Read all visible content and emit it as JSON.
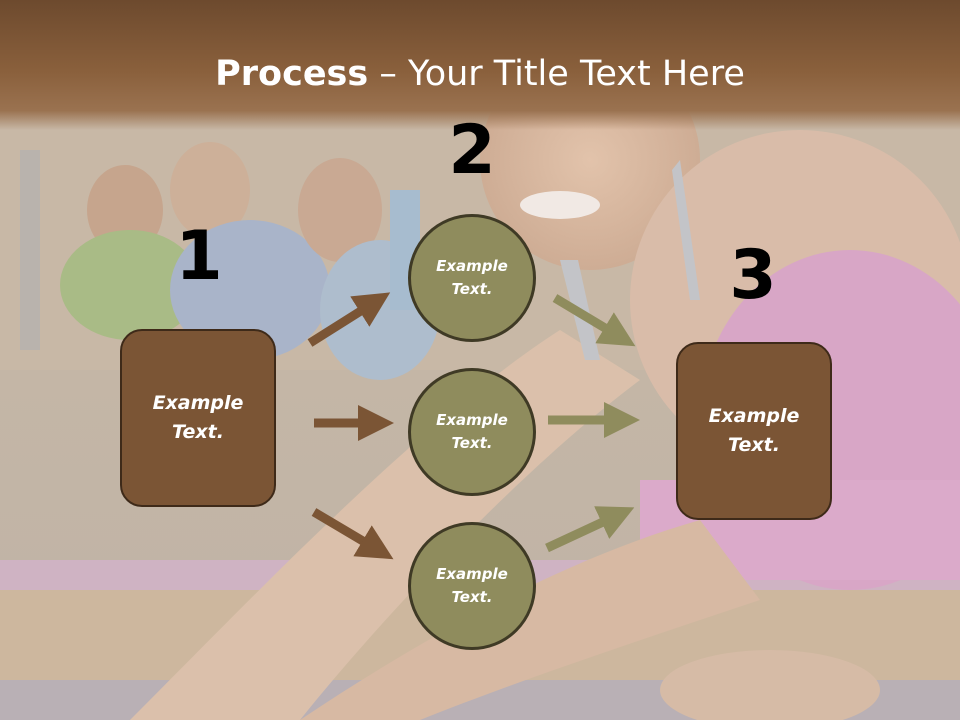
{
  "title": {
    "bold": "Process",
    "rest": " – Your Title Text Here"
  },
  "steps": [
    {
      "number": "1",
      "text": "Example\nText."
    },
    {
      "number": "2"
    },
    {
      "number": "3",
      "text": "Example\nText."
    }
  ],
  "circles": [
    {
      "text": "Example\nText."
    },
    {
      "text": "Example\nText."
    },
    {
      "text": "Example\nText."
    }
  ],
  "colors": {
    "header_brown": "#8a603c",
    "box_brown": "#7b5535",
    "circle_olive": "#8f8c5d",
    "arrow_brown": "#7b5535",
    "arrow_olive": "#8f8c5d"
  }
}
